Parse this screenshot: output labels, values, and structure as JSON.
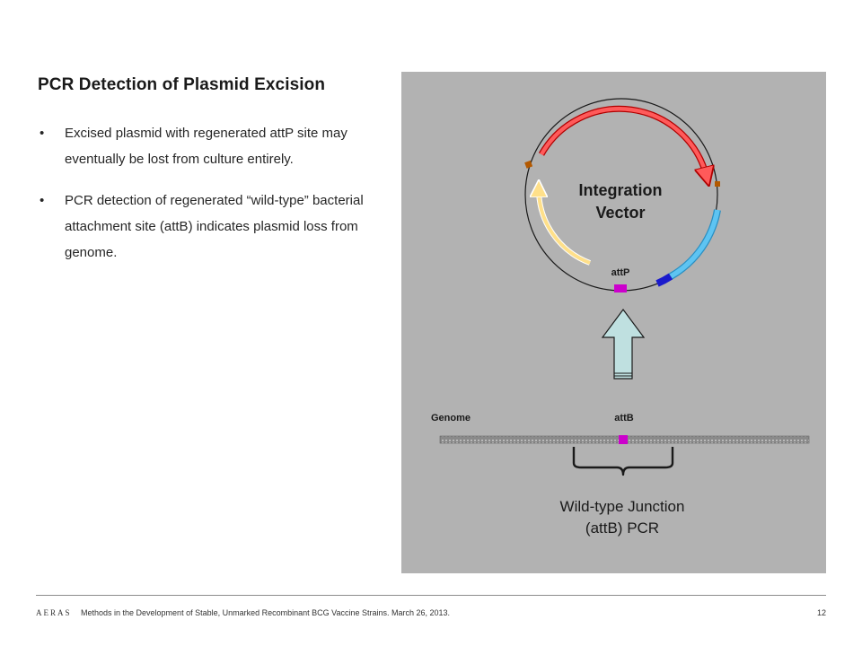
{
  "slide": {
    "title": "PCR Detection of Plasmid Excision",
    "bullets": [
      "Excised plasmid with regenerated attP site may eventually be lost from culture entirely.",
      "PCR detection of regenerated “wild-type” bacterial attachment site (attB) indicates plasmid loss from genome."
    ],
    "bullet_glyph": "•"
  },
  "diagram": {
    "vector_label_line1": "Integration",
    "vector_label_line2": "Vector",
    "attP_label": "attP",
    "genome_label": "Genome",
    "attB_label": "attB",
    "pcr_label_line1": "Wild-type Junction",
    "pcr_label_line2": "(attB) PCR",
    "colors": {
      "panel_bg": "#b2b2b2",
      "red_arrow": "#ff5a5a",
      "light_blue_segment": "#5ec4f2",
      "dark_blue_segment": "#1a1acc",
      "yellow_arrow": "#ffe08a",
      "site_magenta": "#cc00cc",
      "marker_orange": "#b35900",
      "up_arrow_fill": "#bfe0e0",
      "genome_bar": "#7a7a7a"
    }
  },
  "footer": {
    "logo": "AERAS",
    "text": "Methods in the Development of Stable, Unmarked Recombinant BCG Vaccine Strains.  March 26, 2013.",
    "page_number": "12"
  }
}
